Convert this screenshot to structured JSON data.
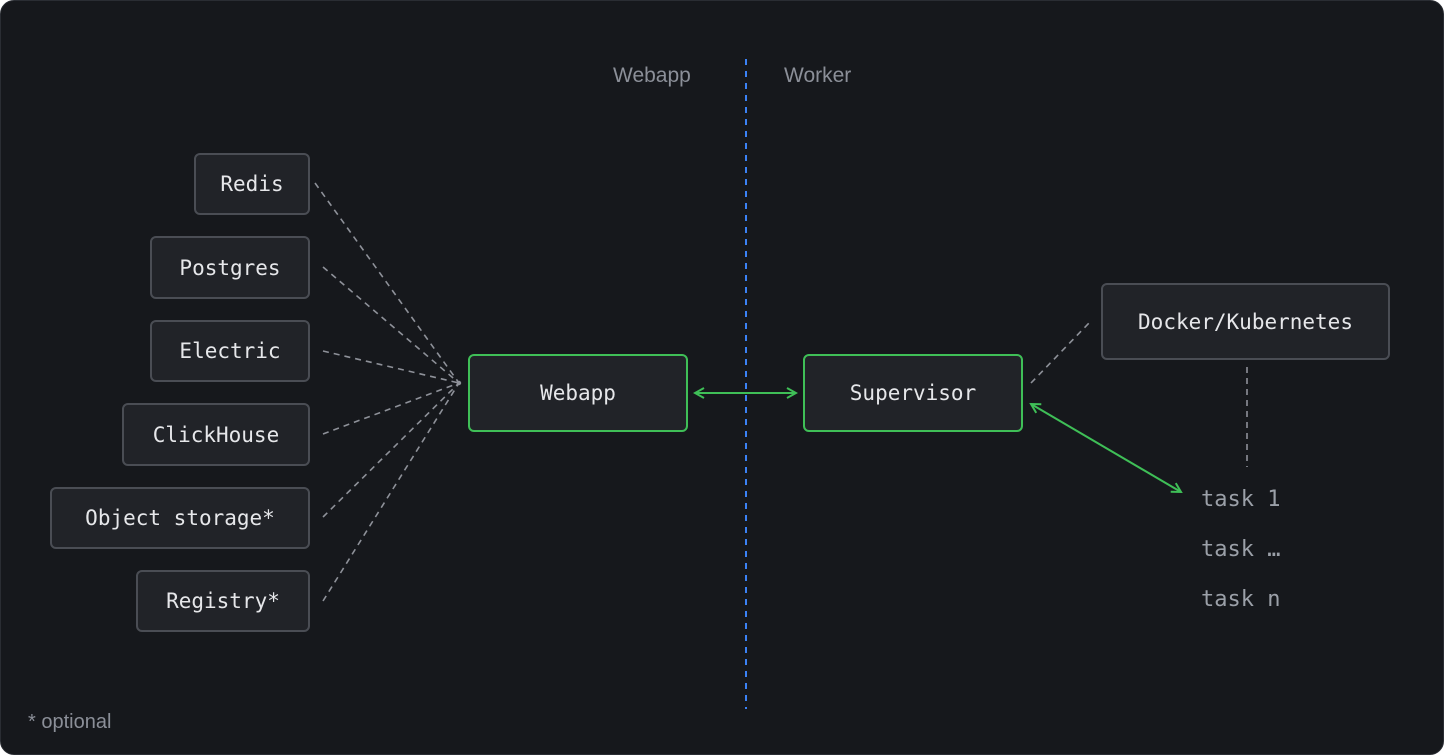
{
  "sections": {
    "left_label": "Webapp",
    "right_label": "Worker"
  },
  "services": [
    {
      "label": "Redis"
    },
    {
      "label": "Postgres"
    },
    {
      "label": "Electric"
    },
    {
      "label": "ClickHouse"
    },
    {
      "label": "Object storage*"
    },
    {
      "label": "Registry*"
    }
  ],
  "nodes": {
    "webapp": "Webapp",
    "supervisor": "Supervisor",
    "runtime": "Docker/Kubernetes"
  },
  "tasks": [
    "task 1",
    "task …",
    "task n"
  ],
  "footnote": "* optional",
  "colors": {
    "background": "#16181c",
    "box_fill": "#212328",
    "box_border": "#4a4d54",
    "accent_green": "#3fbf57",
    "divider_blue": "#3b82f6",
    "dashed_gray": "#8e9199"
  }
}
